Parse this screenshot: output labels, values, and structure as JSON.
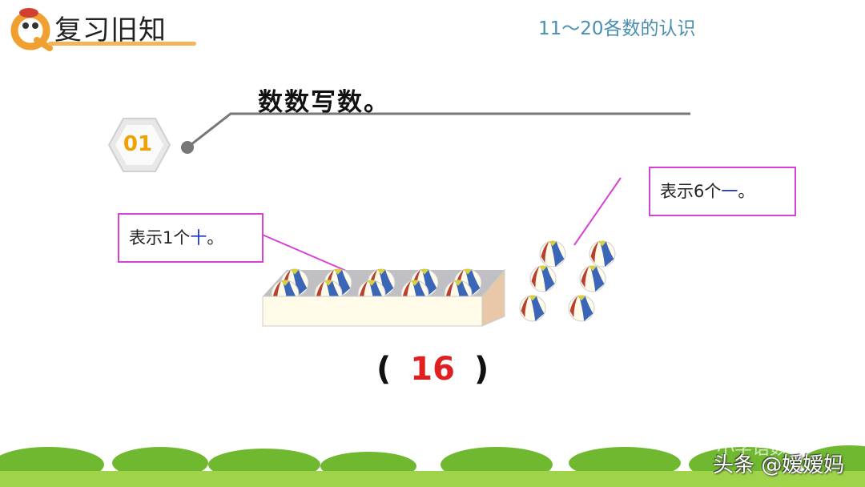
{
  "header": {
    "title": "复习旧知",
    "topic": "11～20各数的认识",
    "mascot_icon": "q-mascot-icon"
  },
  "task": {
    "number": "01",
    "instruction": "数数写数。"
  },
  "callouts": {
    "ten": {
      "prefix": "表示1个",
      "unit": "十",
      "suffix": "。"
    },
    "one": {
      "prefix": "表示6个",
      "unit": "一",
      "suffix": "。"
    }
  },
  "counting": {
    "box_balls": 10,
    "loose_balls": 6
  },
  "answer": {
    "open": "(",
    "value": "16",
    "close": ")"
  },
  "watermarks": {
    "account": "小学语数",
    "platform": "头条 @嫒嫒妈"
  },
  "colors": {
    "accent": "#f2b45c",
    "callout_border": "#d642d6",
    "answer": "#e02020",
    "unit": "#1b2fd0",
    "grass": "#7cc23a"
  }
}
